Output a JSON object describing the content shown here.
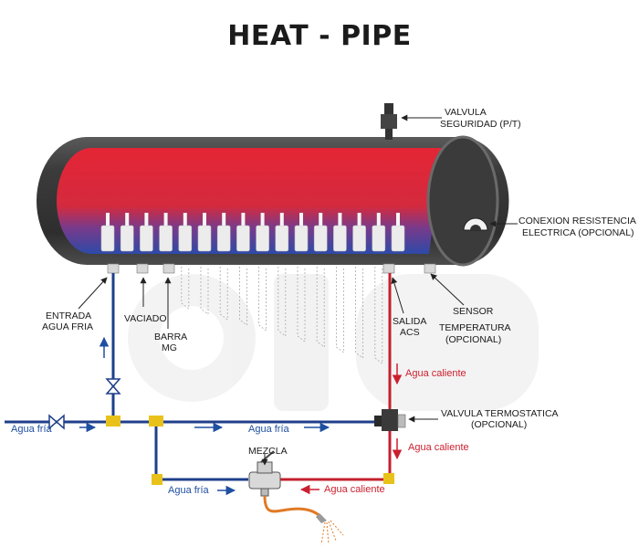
{
  "title": "HEAT - PIPE",
  "labels": {
    "valve_line1": "VALVULA",
    "valve_line2": "SEGURIDAD (P/T)",
    "resist_line1": "CONEXION RESISTENCIA",
    "resist_line2": "ELECTRICA (OPCIONAL)",
    "entrada_line1": "ENTRADA",
    "entrada_line2": "AGUA FRIA",
    "vaciado": "VACIADO",
    "barra_line1": "BARRA",
    "barra_line2": "MG",
    "salida_line1": "SALIDA",
    "salida_line2": "ACS",
    "sensor_line1": "SENSOR",
    "sensor_line2": "TEMPERATURA",
    "sensor_line3": "(OPCIONAL)",
    "termo_line1": "VALVULA TERMOSTATICA",
    "termo_line2": "(OPCIONAL)",
    "mezcla": "MEZCLA"
  },
  "flows": {
    "agua_fria_left": "Agua fría",
    "agua_fria_mid": "Agua fría",
    "agua_fria_bottom": "Agua fría",
    "agua_caliente_1": "Agua caliente",
    "agua_caliente_2": "Agua caliente",
    "agua_caliente_3": "Agua caliente"
  },
  "colors": {
    "cold": "#1f4fa0",
    "hot": "#cc1f2e",
    "shell": "#4a4a4a",
    "fitting": "#e8c21a"
  }
}
